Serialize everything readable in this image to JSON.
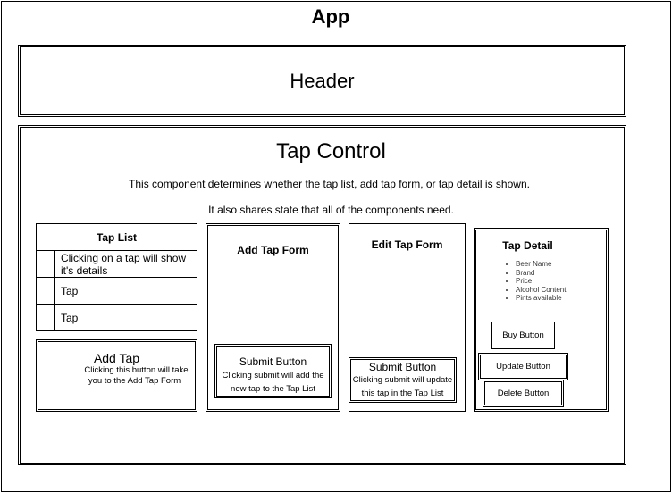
{
  "app": {
    "title": "App"
  },
  "header": {
    "label": "Header"
  },
  "tap_control": {
    "title": "Tap Control",
    "line1": "This component determines whether the tap list, add tap form, or tap detail is shown.",
    "line2": "It also shares state that all of the components need."
  },
  "tap_list": {
    "title": "Tap List",
    "rows": [
      "Clicking on a tap will show it's details",
      "Tap",
      "Tap"
    ]
  },
  "add_tap": {
    "title": "Add Tap",
    "line1": "Clicking this button will take",
    "line2": "you to the Add Tap Form"
  },
  "add_tap_form": {
    "title": "Add Tap Form",
    "submit_title": "Submit Button",
    "submit_line1": "Clicking submit will add the",
    "submit_line2": "new tap to the Tap List"
  },
  "edit_tap_form": {
    "title": "Edit Tap Form",
    "submit_title": "Submit Button",
    "submit_line1": "Clicking submit will update",
    "submit_line2": "this tap in the  Tap List"
  },
  "tap_detail": {
    "title": "Tap Detail",
    "items": [
      "Beer Name",
      "Brand",
      "Price",
      "Alcohol Content",
      "Pints available"
    ],
    "buy_label": "Buy Button",
    "update_label": "Update Button",
    "delete_label": "Delete Button"
  }
}
